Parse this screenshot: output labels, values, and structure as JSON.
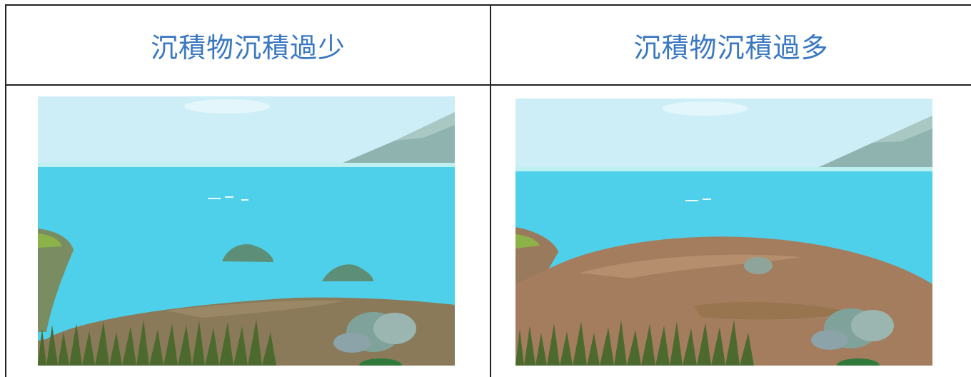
{
  "columns": [
    {
      "title": "沉積物沉積過少",
      "image": "too-little-sediment-scene"
    },
    {
      "title": "沉積物沉積過多",
      "image": "too-much-sediment-scene"
    }
  ],
  "colors": {
    "title": "#3a78c2",
    "sky": "#cdeef7",
    "sea": "#4fd0ea",
    "sediment": "#a47d5f",
    "mountain": "#8fb3ae",
    "grass": "#4c6a2e"
  }
}
